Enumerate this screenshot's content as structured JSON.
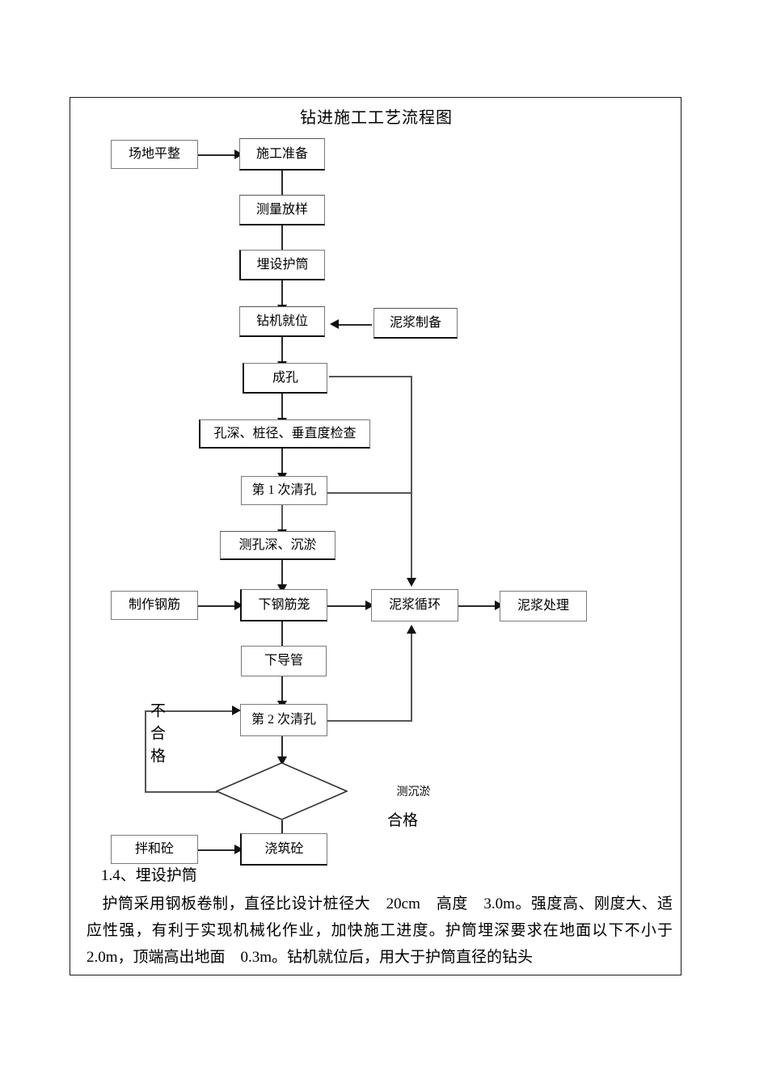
{
  "document": {
    "flowchart_title": "钻进施工工艺流程图",
    "nodes": [
      {
        "id": "site-leveling",
        "label": "场地平整"
      },
      {
        "id": "construction-prep",
        "label": "施工准备"
      },
      {
        "id": "survey-setting-out",
        "label": "测量放样"
      },
      {
        "id": "embed-casing",
        "label": "埋设护筒"
      },
      {
        "id": "rig-positioning",
        "label": "钻机就位"
      },
      {
        "id": "slurry-preparation",
        "label": "泥浆制备"
      },
      {
        "id": "hole-forming",
        "label": "成孔"
      },
      {
        "id": "hole-inspection",
        "label": "孔深、桩径、垂直度检查"
      },
      {
        "id": "first-hole-cleaning",
        "label": "第 1 次清孔"
      },
      {
        "id": "measure-depth-silt",
        "label": "测孔深、沉淤"
      },
      {
        "id": "make-rebar",
        "label": "制作钢筋"
      },
      {
        "id": "lower-rebar-cage",
        "label": "下钢筋笼"
      },
      {
        "id": "slurry-circulation",
        "label": "泥浆循环"
      },
      {
        "id": "slurry-treatment",
        "label": "泥浆处理"
      },
      {
        "id": "lower-tremie-pipe",
        "label": "下导管"
      },
      {
        "id": "second-hole-cleaning",
        "label": "第 2 次清孔"
      },
      {
        "id": "measure-silt",
        "label": "测沉淤"
      },
      {
        "id": "mix-concrete",
        "label": "拌和砼"
      },
      {
        "id": "pour-concrete",
        "label": "浇筑砼"
      }
    ],
    "edge_labels": {
      "fail": "不合格",
      "pass": "合格"
    }
  },
  "body": {
    "section_number_heading": "1.4、埋设护筒",
    "paragraph": "　护筒采用钢板卷制，直径比设计桩径大　20cm　高度　3.0m。强度高、刚度大、适应性强，有利于实现机械化作业，加快施工进度。护筒埋深要求在地面以下不小于　2.0m，顶端高出地面　0.3m。钻机就位后，用大于护筒直径的钻头"
  }
}
